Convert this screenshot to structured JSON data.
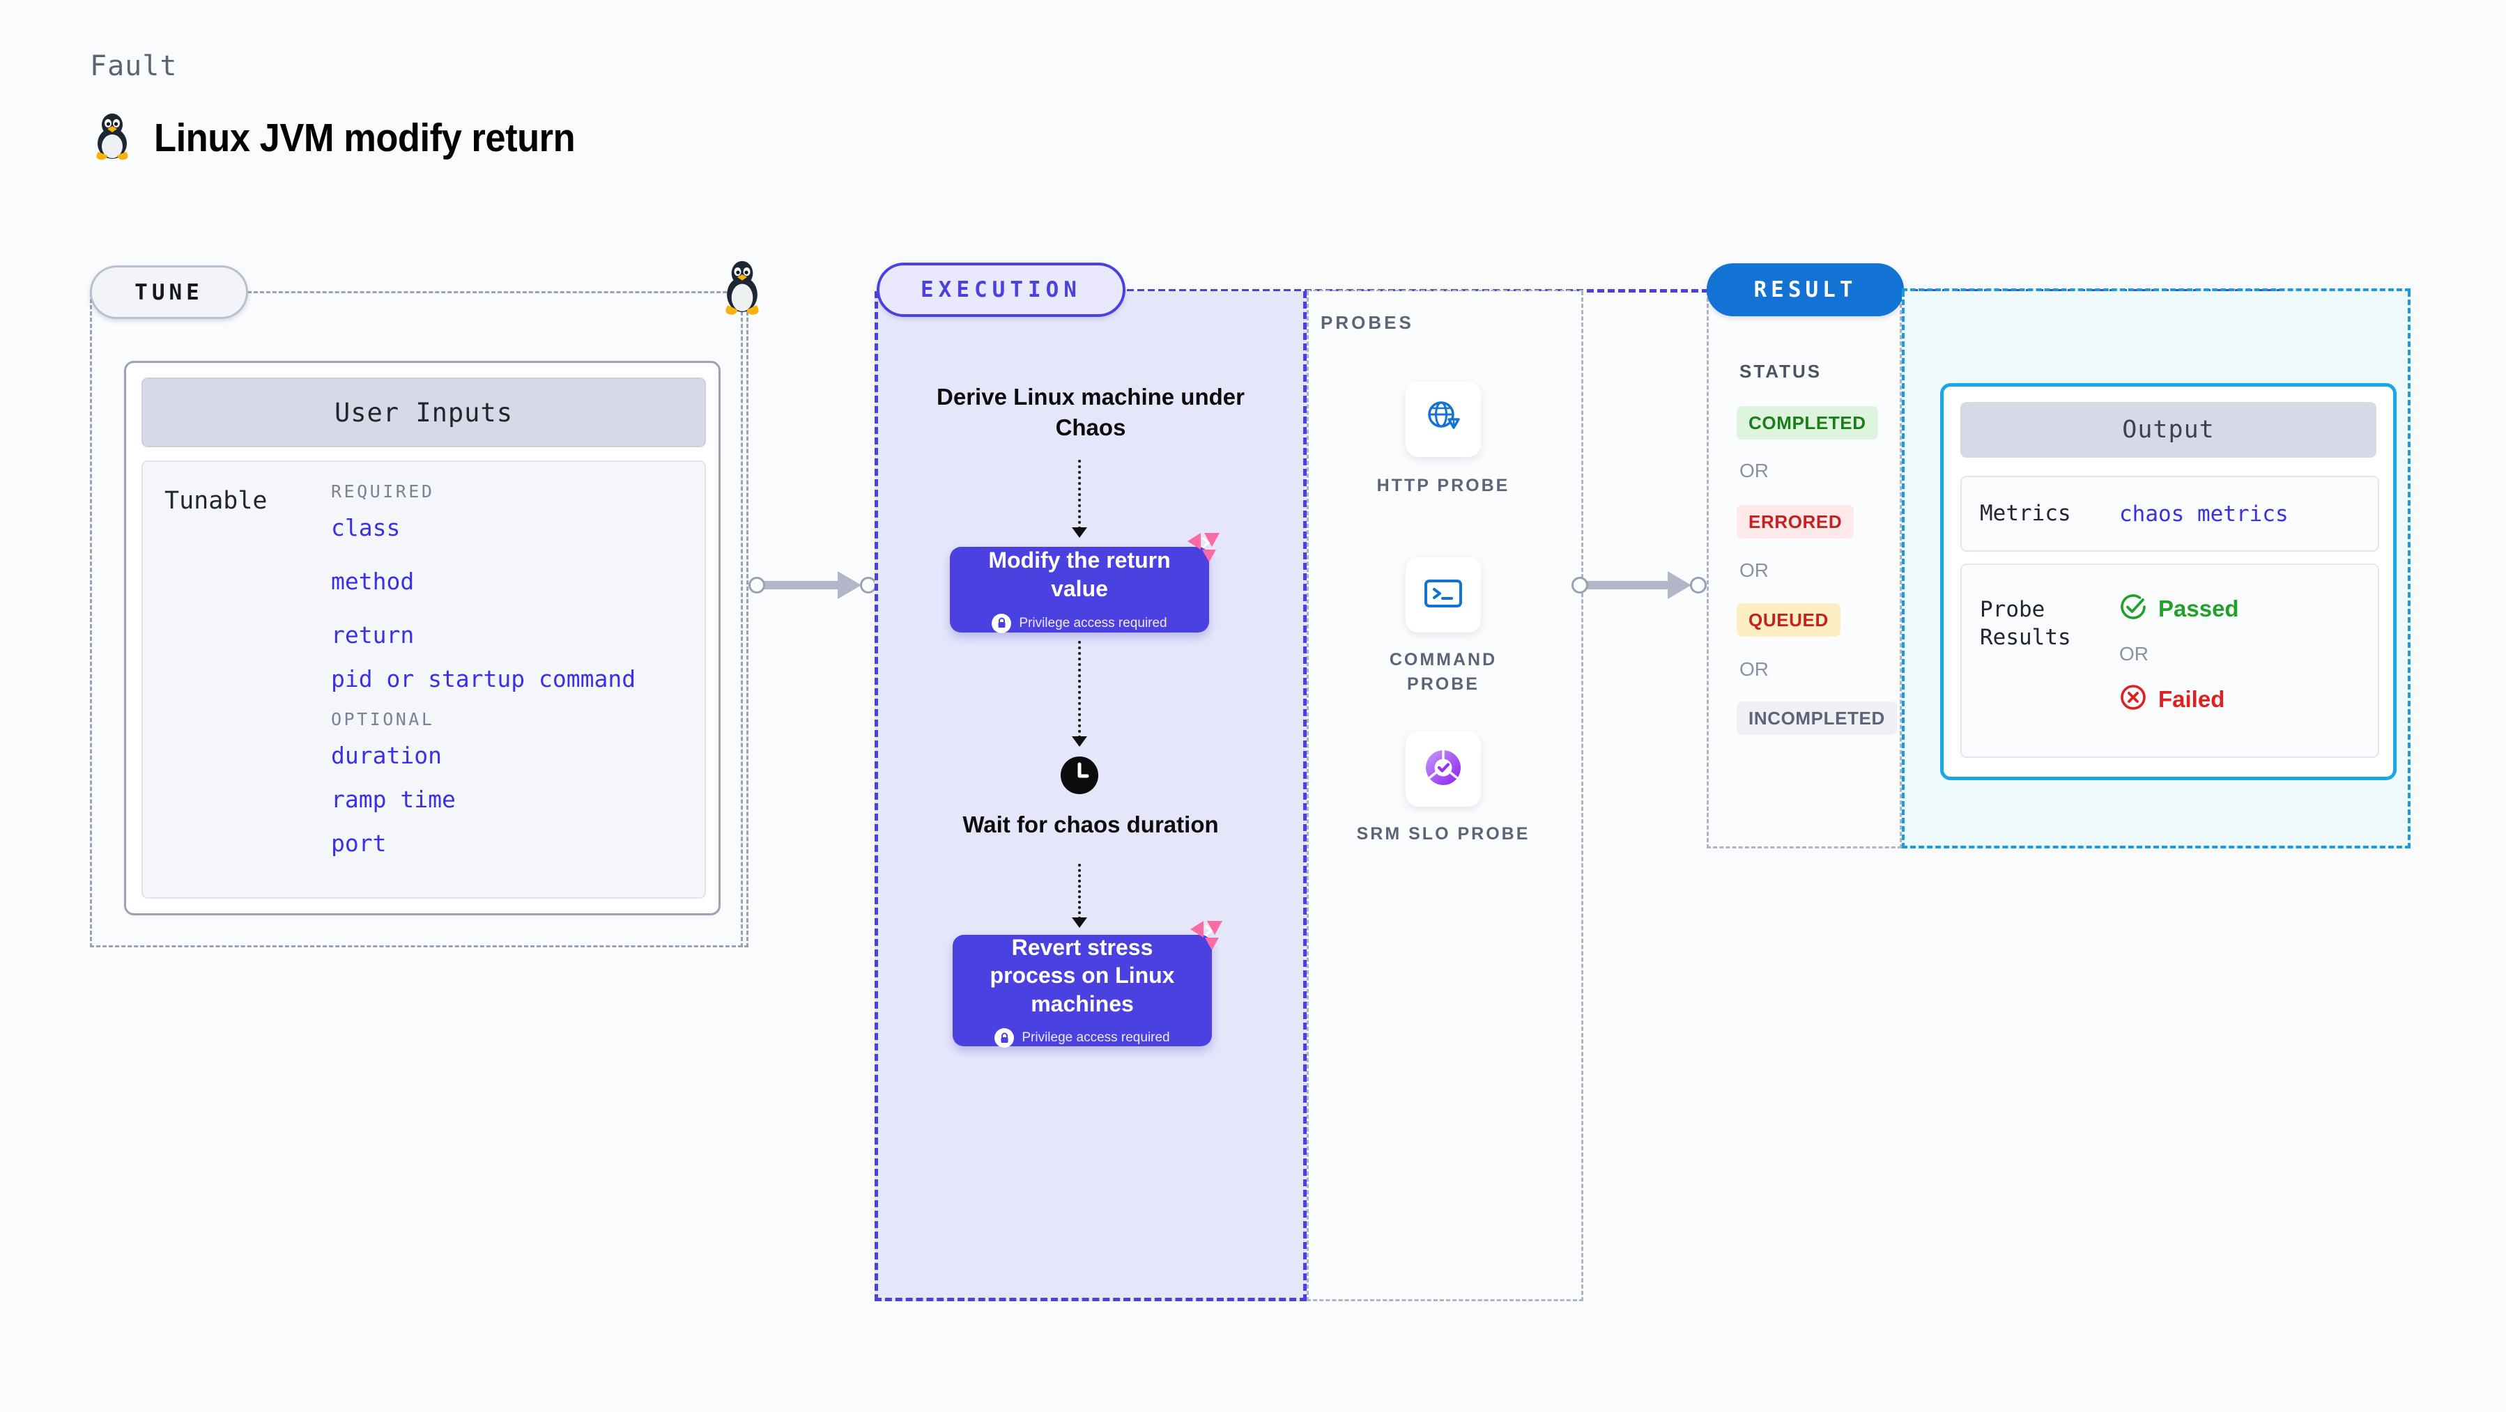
{
  "header": {
    "eyebrow": "Fault",
    "title": "Linux JVM modify return",
    "icon": "tux-penguin-icon"
  },
  "tune": {
    "badge": "TUNE",
    "card_title": "User Inputs",
    "row_label": "Tunable",
    "sections": [
      {
        "label": "REQUIRED",
        "items": [
          "class",
          "method",
          "return",
          "pid or startup command"
        ]
      },
      {
        "label": "OPTIONAL",
        "items": [
          "duration",
          "ramp time",
          "port"
        ]
      }
    ]
  },
  "execution": {
    "badge": "EXECUTION",
    "step1": "Derive Linux machine under Chaos",
    "card1": {
      "title": "Modify the return value",
      "note": "Privilege access required"
    },
    "wait": "Wait for chaos duration",
    "card2": {
      "title": "Revert stress process on Linux machines",
      "note": "Privilege access required"
    }
  },
  "probes": {
    "label": "PROBES",
    "items": [
      {
        "caption": "HTTP PROBE",
        "icon": "globe-warning-icon"
      },
      {
        "caption": "COMMAND PROBE",
        "icon": "terminal-icon"
      },
      {
        "caption": "SRM SLO PROBE",
        "icon": "slo-donut-check-icon"
      }
    ]
  },
  "result": {
    "badge": "RESULT",
    "status_label": "STATUS",
    "or": "OR",
    "statuses": [
      {
        "label": "COMPLETED",
        "fg": "#1a7f1a",
        "bg": "#ddf5dd"
      },
      {
        "label": "ERRORED",
        "fg": "#c42121",
        "bg": "#fde9e9"
      },
      {
        "label": "QUEUED",
        "fg": "#c42121",
        "bg": "#fdeec4"
      },
      {
        "label": "INCOMPLETED",
        "fg": "#5d6378",
        "bg": "#eef0f4"
      }
    ]
  },
  "output": {
    "title": "Output",
    "metrics_key": "Metrics",
    "metrics_value": "chaos metrics",
    "probe_key": "Probe Results",
    "passed": "Passed",
    "or": "OR",
    "failed": "Failed"
  },
  "colors": {
    "indigo": "#4a41e0",
    "blue": "#1273d4",
    "cyan": "#19a7e6",
    "pink": "#f96ba1",
    "green": "#21a02a",
    "red": "#e02020"
  }
}
